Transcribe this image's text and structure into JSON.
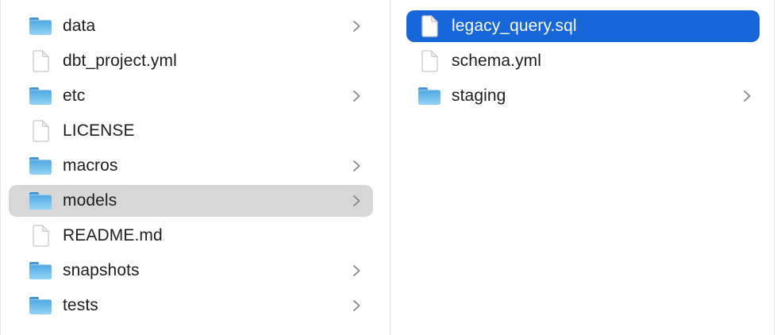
{
  "view": "finder-column-browser",
  "columns": [
    {
      "name": "parent-directory-column",
      "items": [
        {
          "label": "data",
          "type": "folder",
          "chevron": true,
          "selected": false
        },
        {
          "label": "dbt_project.yml",
          "type": "file",
          "chevron": false,
          "selected": false
        },
        {
          "label": "etc",
          "type": "folder",
          "chevron": true,
          "selected": false
        },
        {
          "label": "LICENSE",
          "type": "file",
          "chevron": false,
          "selected": false
        },
        {
          "label": "macros",
          "type": "folder",
          "chevron": true,
          "selected": false
        },
        {
          "label": "models",
          "type": "folder",
          "chevron": true,
          "selected": true,
          "selection_style": "inactive"
        },
        {
          "label": "README.md",
          "type": "file",
          "chevron": false,
          "selected": false
        },
        {
          "label": "snapshots",
          "type": "folder",
          "chevron": true,
          "selected": false
        },
        {
          "label": "tests",
          "type": "folder",
          "chevron": true,
          "selected": false
        }
      ]
    },
    {
      "name": "models-folder-column",
      "items": [
        {
          "label": "legacy_query.sql",
          "type": "file",
          "chevron": false,
          "selected": true,
          "selection_style": "active"
        },
        {
          "label": "schema.yml",
          "type": "file",
          "chevron": false,
          "selected": false
        },
        {
          "label": "staging",
          "type": "folder",
          "chevron": true,
          "selected": false
        }
      ]
    }
  ],
  "icons": {
    "folder": "folder-icon",
    "file": "document-icon",
    "chevron": "chevron-right-icon"
  },
  "colors": {
    "selection_active": "#1766da",
    "selection_inactive": "#d7d7d7",
    "text": "#1d1d1f",
    "text_selected": "#ffffff",
    "chevron": "#868686",
    "divider": "#e6e6e6",
    "folder_tab": "#4495d7",
    "folder_top": "#4ea7e3",
    "folder_mid": "#74c0ee",
    "folder_bottom": "#94d3f6",
    "doc_border": "#c9c9c9"
  }
}
